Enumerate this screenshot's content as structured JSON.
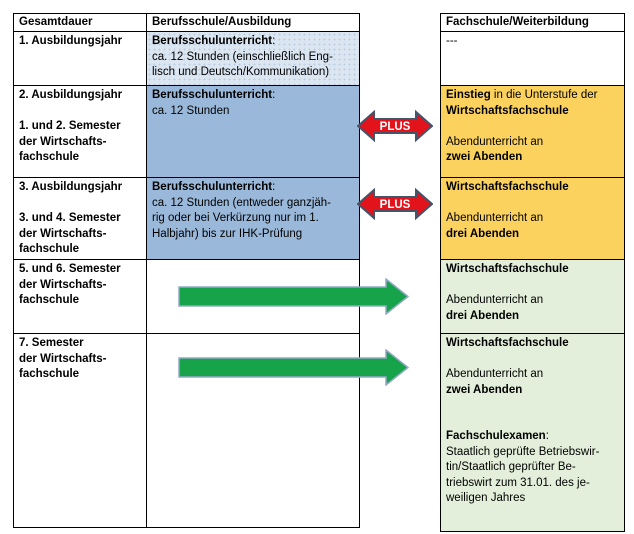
{
  "header": {
    "gesamtdauer": "Gesamtdauer",
    "berufsschule": "Berufsschule/Ausbildung",
    "fachschule": "Fachschule/Weiterbildung"
  },
  "rows": {
    "r1": {
      "duration": "1. Ausbildungsjahr",
      "school_title": "Berufsschulunterricht",
      "school_colon": ":",
      "school_body": "ca. 12 Stunden (einschließlich Eng-\nlisch und Deutsch/Kommunikation)",
      "fach": "---"
    },
    "r2": {
      "duration": "2. Ausbildungsjahr\n\n1. und 2. Semester\nder Wirtschafts-\nfachschule",
      "school_title": "Berufsschulunterricht",
      "school_colon": ":",
      "school_body": "ca. 12 Stunden",
      "einstieg": "Einstieg",
      "einstieg_rest": " in die Unterstufe der",
      "school_name": "Wirtschaftsfachschule",
      "abend": "Abendunterricht an",
      "abende": "zwei Abenden"
    },
    "r3": {
      "duration": "3. Ausbildungsjahr\n\n3. und 4. Semester\nder Wirtschafts-\nfachschule",
      "school_title": "Berufsschulunterricht",
      "school_colon": ":",
      "school_body": "ca. 12 Stunden (entweder ganzjäh-\nrig oder bei Verkürzung nur im 1.\nHalbjahr) bis zur IHK-Prüfung",
      "school_name": "Wirtschaftsfachschule",
      "abend": "Abendunterricht an",
      "abende": "drei Abenden"
    },
    "r4": {
      "duration": "5. und 6. Semester\nder Wirtschafts-\nfachschule",
      "school_name": "Wirtschaftsfachschule",
      "abend": "Abendunterricht an",
      "abende": "drei Abenden"
    },
    "r5": {
      "duration": "7. Semester\nder Wirtschafts-\nfachschule",
      "school_name": "Wirtschaftsfachschule",
      "abend": "Abendunterricht an",
      "abende": "zwei Abenden",
      "exam_title": "Fachschulexamen",
      "exam_colon": ":",
      "exam_body": "Staatlich geprüfte Betriebswir-\ntin/Staatlich geprüfter Be-\ntriebswirt zum 31.01. des je-\nweiligen Jahres"
    }
  },
  "arrows": {
    "plus1": "PLUS",
    "plus2": "PLUS"
  },
  "colors": {
    "light_blue": "#dce6f1",
    "light_blue_dot": "#b9cde4",
    "mid_blue": "#9ab9da",
    "gold": "#fcd25f",
    "pale_green": "#e3efda",
    "arrow_red": "#e3131b",
    "arrow_red_outline": "#44546a",
    "arrow_green": "#17a349",
    "arrow_green_outline": "#93a9c7"
  }
}
